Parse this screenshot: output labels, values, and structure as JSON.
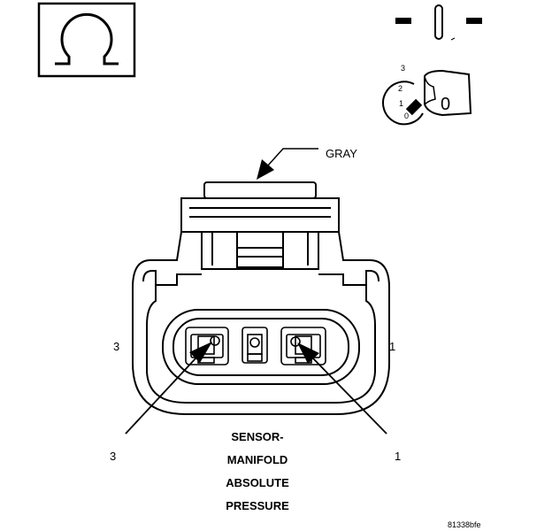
{
  "meter": {
    "symbol": "Ω"
  },
  "ignition": {
    "pos3": "3",
    "pos2": "2",
    "pos1": "1",
    "pos0": "0",
    "key_mark": "0"
  },
  "callouts": {
    "color": "GRAY"
  },
  "pins": {
    "left_num": "3",
    "right_num": "1"
  },
  "leaders": {
    "left_num": "3",
    "right_num": "1"
  },
  "component": {
    "line1": "SENSOR-",
    "line2": "MANIFOLD",
    "line3": "ABSOLUTE",
    "line4": "PRESSURE"
  },
  "figure_id": "81338bfe"
}
